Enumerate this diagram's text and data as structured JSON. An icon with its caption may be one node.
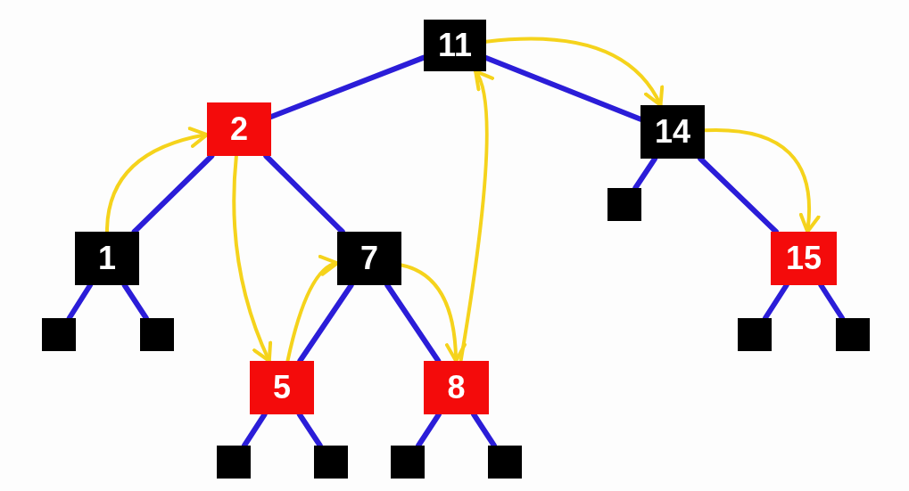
{
  "diagram": {
    "nodes": [
      {
        "text": [
          "11"
        ]
      },
      {
        "text": [
          "2"
        ]
      },
      {
        "text": [
          "14"
        ]
      },
      {
        "text": [
          "1"
        ]
      },
      {
        "text": [
          "7"
        ]
      },
      {
        "text": [],
        "shape": "box"
      },
      {
        "text": [
          "15"
        ]
      },
      {
        "text": [],
        "shape": "box"
      },
      {
        "text": [],
        "shape": "box"
      },
      {
        "text": [
          "5"
        ]
      },
      {
        "text": [
          "8"
        ]
      },
      {
        "text": [],
        "shape": "box"
      },
      {
        "text": [],
        "shape": "box"
      },
      {
        "text": [],
        "shape": "box"
      },
      {
        "text": [],
        "shape": "box"
      },
      {
        "text": [],
        "shape": "box"
      },
      {
        "text": [],
        "shape": "box"
      }
    ],
    "edges": [
      {
        "from": 0,
        "to": 1,
        "arrow": "none"
      },
      {
        "from": 0,
        "to": 2,
        "arrow": "none"
      },
      {
        "from": 1,
        "to": 3,
        "arrow": "none"
      },
      {
        "from": 1,
        "to": 4,
        "arrow": "none"
      },
      {
        "from": 2,
        "to": 5,
        "arrow": "none"
      },
      {
        "from": 2,
        "to": 6,
        "arrow": "none"
      },
      {
        "from": 3,
        "to": 7,
        "arrow": "none"
      },
      {
        "from": 3,
        "to": 8,
        "arrow": "none"
      },
      {
        "from": 4,
        "to": 9,
        "arrow": "none"
      },
      {
        "from": 4,
        "to": 10,
        "arrow": "none"
      },
      {
        "from": 6,
        "to": 11,
        "arrow": "none"
      },
      {
        "from": 6,
        "to": 12,
        "arrow": "none"
      },
      {
        "from": 9,
        "to": 13,
        "arrow": "none"
      },
      {
        "from": 9,
        "to": 14,
        "arrow": "none"
      },
      {
        "from": 10,
        "to": 15,
        "arrow": "none"
      },
      {
        "from": 10,
        "to": 16,
        "arrow": "none"
      },
      {
        "from": 3,
        "to": 1,
        "arrow": "to",
        "color": "#f5d31c"
      },
      {
        "from": 1,
        "to": 9,
        "arrow": "to",
        "color": "#f5d31c"
      },
      {
        "from": 9,
        "to": 4,
        "arrow": "to",
        "color": "#f5d31c"
      },
      {
        "from": 4,
        "to": 10,
        "arrow": "to",
        "color": "#f5d31c"
      },
      {
        "from": 10,
        "to": 0,
        "arrow": "to",
        "color": "#f5d31c"
      },
      {
        "from": 0,
        "to": 2,
        "arrow": "to",
        "color": "#f5d31c"
      },
      {
        "from": 2,
        "to": 6,
        "arrow": "to",
        "color": "#f5d31c"
      }
    ]
  }
}
